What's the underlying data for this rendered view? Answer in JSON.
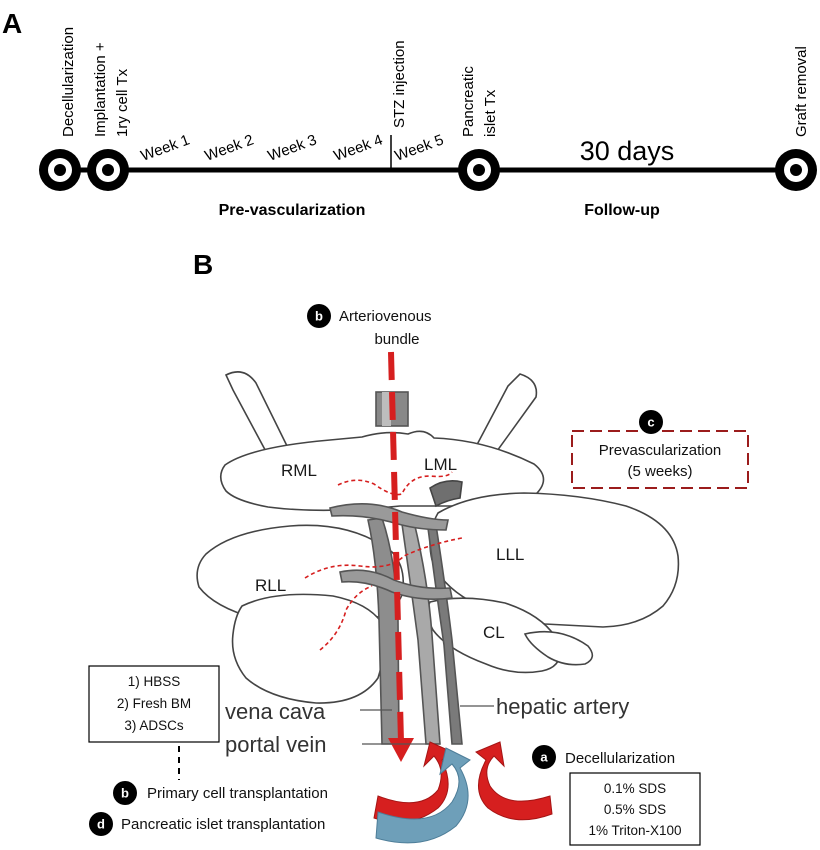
{
  "panel_a": {
    "letter": "A",
    "milestones": {
      "decellularization": "Decellularization",
      "implantation_line1": "Implantation +",
      "implantation_line2": "1ry  cell Tx",
      "stz": "STZ injection",
      "pancreatic_line1": "Pancreatic",
      "pancreatic_line2": "islet Tx",
      "graft_removal": "Graft removal"
    },
    "weeks": [
      "Week 1",
      "Week 2",
      "Week 3",
      "Week 4",
      "Week 5"
    ],
    "days_label": "30 days",
    "phases": {
      "prevascularization": "Pre-vascularization",
      "followup": "Follow-up"
    }
  },
  "panel_b": {
    "letter": "B",
    "arteriovenous": {
      "badge": "b",
      "line1": "Arteriovenous",
      "line2": "bundle"
    },
    "prevasc": {
      "badge": "c",
      "line1": "Prevascularization",
      "line2": "(5 weeks)"
    },
    "lobes": {
      "rml": "RML",
      "lml": "LML",
      "lll": "LLL",
      "rll": "RLL",
      "cl": "CL"
    },
    "vessels": {
      "vena_cava": "vena cava",
      "portal_vein": "portal vein",
      "hepatic_artery": "hepatic artery"
    },
    "cells_box": [
      "1) HBSS",
      "2) Fresh BM",
      "3) ADSCs"
    ],
    "primary": {
      "badge": "b",
      "label": "Primary cell transplantation"
    },
    "islet": {
      "badge": "d",
      "label": "Pancreatic islet transplantation"
    },
    "decell": {
      "badge": "a",
      "label": "Decellularization"
    },
    "decell_box": [
      "0.1% SDS",
      "0.5% SDS",
      "1% Triton-X100"
    ]
  },
  "colors": {
    "red": "#d61f1f",
    "dark_red": "#9b1c1c",
    "blue": "#6e9fb9"
  }
}
